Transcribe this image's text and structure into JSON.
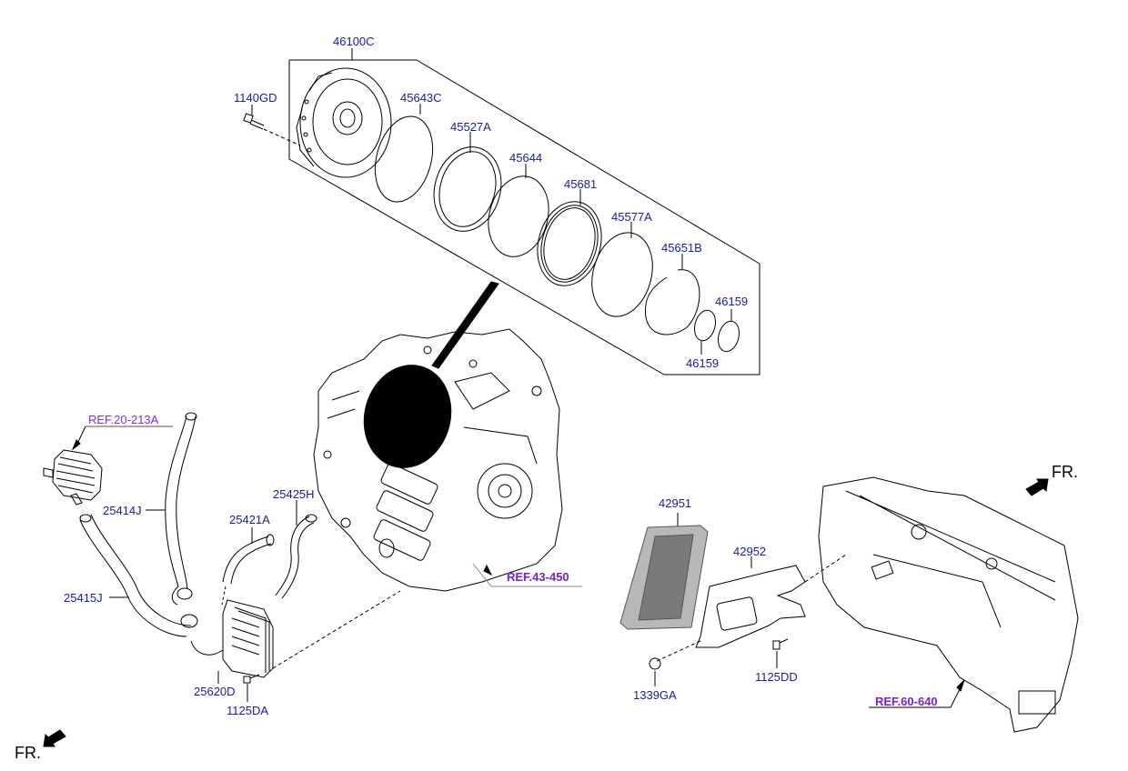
{
  "diagram": {
    "title": "Automatic Transmission Oil Cooler / Oil Pump Parts Diagram",
    "colors": {
      "part_label": "#1a1aa6",
      "ref_label": "#7b1fd4",
      "line": "#000000"
    },
    "part_labels": {
      "p46100C": "46100C",
      "p1140GD": "1140GD",
      "p45643C": "45643C",
      "p45527A": "45527A",
      "p45644": "45644",
      "p45681": "45681",
      "p45577A": "45577A",
      "p45651B": "45651B",
      "p46159a": "46159",
      "p46159b": "46159",
      "p25414J": "25414J",
      "p25415J": "25415J",
      "p25421A": "25421A",
      "p25425H": "25425H",
      "p25620D": "25620D",
      "p1125DA": "1125DA",
      "p42951": "42951",
      "p42952": "42952",
      "p1339GA": "1339GA",
      "p1125DD": "1125DD"
    },
    "references": {
      "ref20": "REF.20-213A",
      "ref43": "REF.43-450",
      "ref60": "REF.60-640"
    },
    "direction_markers": {
      "front_right": "FR.",
      "front_left": "FR."
    }
  }
}
